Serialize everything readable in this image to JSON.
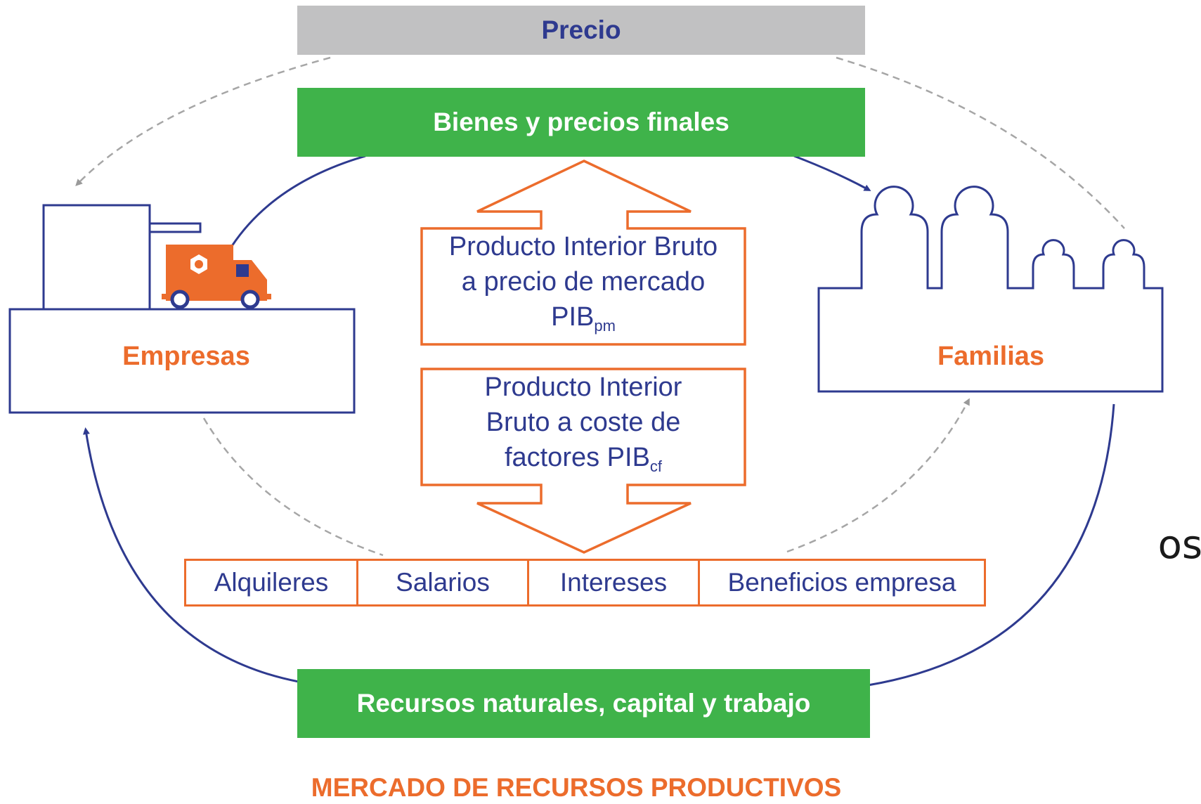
{
  "top_bar": {
    "label": "Precio"
  },
  "goods_bar": {
    "label": "Bienes y precios finales"
  },
  "empresas": {
    "label": "Empresas"
  },
  "familias": {
    "label": "Familias"
  },
  "pib_pm": {
    "line1": "Producto Interior Bruto",
    "line2": "a precio de mercado",
    "abbr": "PIB",
    "sub": "pm"
  },
  "pib_cf": {
    "line1": "Producto Interior",
    "line2": "Bruto a coste de",
    "line3": "factores PIB",
    "sub": "cf"
  },
  "factor_incomes": [
    "Alquileres",
    "Salarios",
    "Intereses",
    "Beneficios empresa"
  ],
  "resources_bar": {
    "label": "Recursos naturales, capital y trabajo"
  },
  "bottom_title": "MERCADO DE RECURSOS PRODUCTIVOS",
  "side_fragment": "os",
  "colors": {
    "green": "#3fb34a",
    "grey": "#c1c1c2",
    "orange": "#ec6c2c",
    "navy": "#2e3a8f"
  },
  "icons": [
    "factory-icon",
    "truck-icon",
    "family-icon"
  ]
}
